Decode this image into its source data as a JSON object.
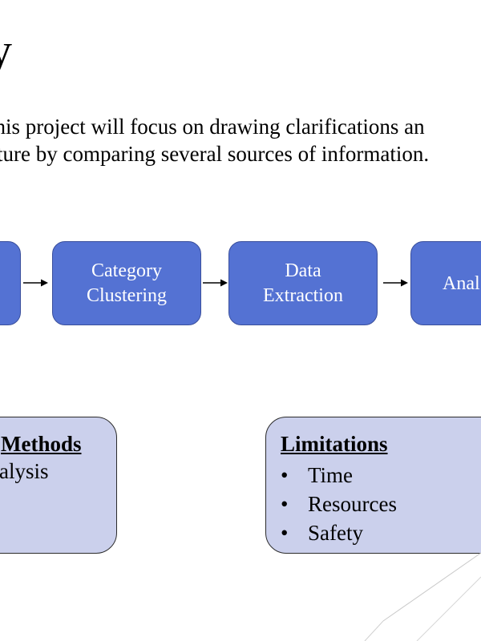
{
  "slide": {
    "title_fragment": "y",
    "intro_line_1": "this project will focus on drawing clarifications an",
    "intro_line_2": "ture by comparing several sources of information."
  },
  "process_flow": {
    "steps": [
      {
        "line1": "",
        "line2": ""
      },
      {
        "line1": "Category",
        "line2": "Clustering"
      },
      {
        "line1": "Data",
        "line2": "Extraction"
      },
      {
        "line1": "Anal",
        "line2": ""
      }
    ],
    "box_color": "#5472d3",
    "text_color": "#ffffff"
  },
  "methods_box": {
    "heading": "Methods",
    "item": "alysis",
    "fill_color": "#cbd0ec"
  },
  "limitations_box": {
    "heading": "Limitations",
    "items": [
      "Time",
      "Resources",
      "Safety"
    ],
    "bullet": "•",
    "fill_color": "#cbd0ec"
  }
}
